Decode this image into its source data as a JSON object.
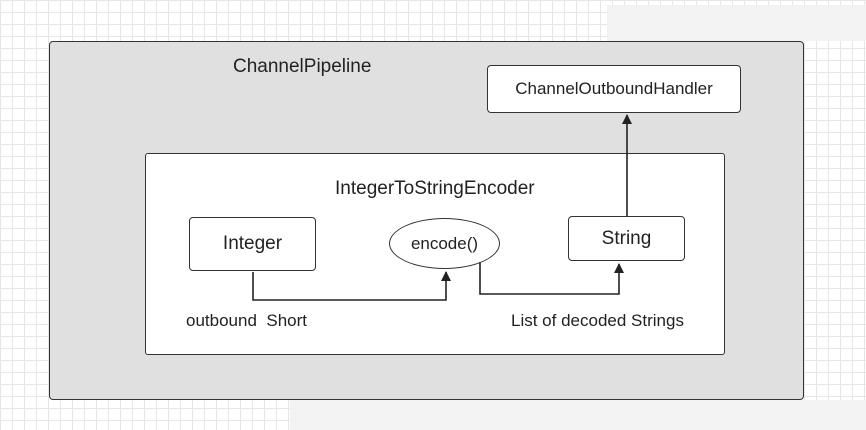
{
  "pipeline": {
    "title": "ChannelPipeline"
  },
  "outbound_handler": {
    "label": "ChannelOutboundHandler"
  },
  "encoder": {
    "title": "IntegerToStringEncoder",
    "input_node": "Integer",
    "process_node": "encode()",
    "output_node": "String",
    "input_caption": "outbound  Short",
    "output_caption": "List of decoded Strings"
  },
  "colors": {
    "pipeline_fill": "#e0e0e0",
    "stroke": "#333333",
    "node_fill": "#ffffff"
  }
}
